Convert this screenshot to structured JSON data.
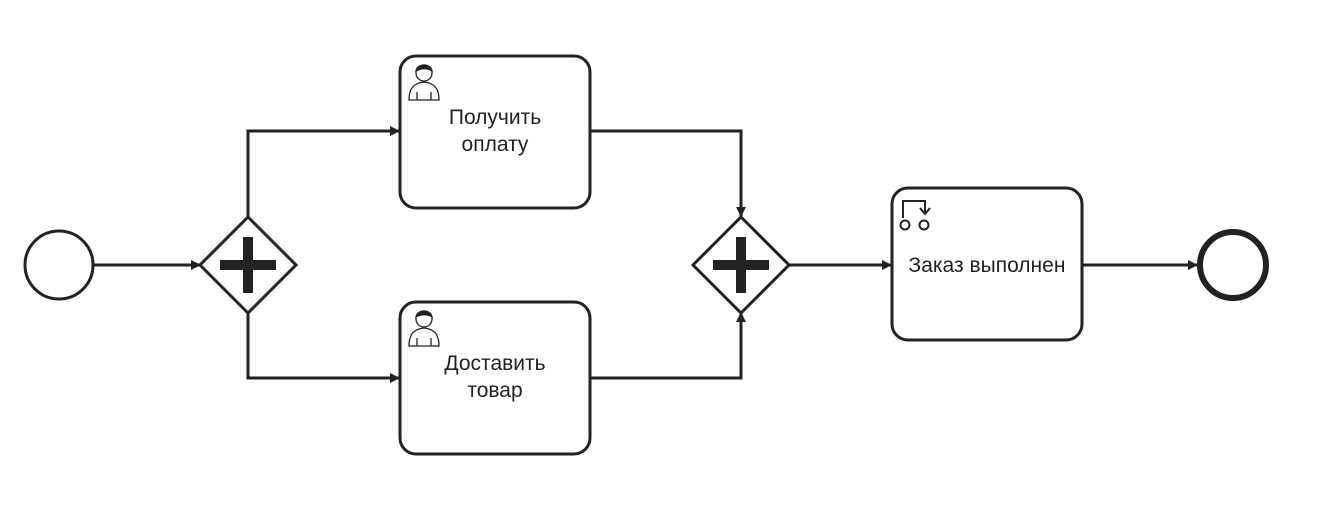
{
  "colors": {
    "stroke": "#222222",
    "fill": "#ffffff"
  },
  "diagram": {
    "start_event": {
      "icon": "start-event-circle-icon"
    },
    "end_event": {
      "icon": "end-event-circle-icon"
    },
    "split_gateway": {
      "type": "parallel",
      "icon": "parallel-gateway-plus-icon"
    },
    "join_gateway": {
      "type": "parallel",
      "icon": "parallel-gateway-plus-icon"
    },
    "tasks": [
      {
        "label": "Получить\nоплату",
        "icon": "user-task-icon"
      },
      {
        "label": "Доставить\nтовар",
        "icon": "user-task-icon"
      },
      {
        "label": "Заказ выполнен",
        "icon": "script-task-icon"
      }
    ]
  }
}
